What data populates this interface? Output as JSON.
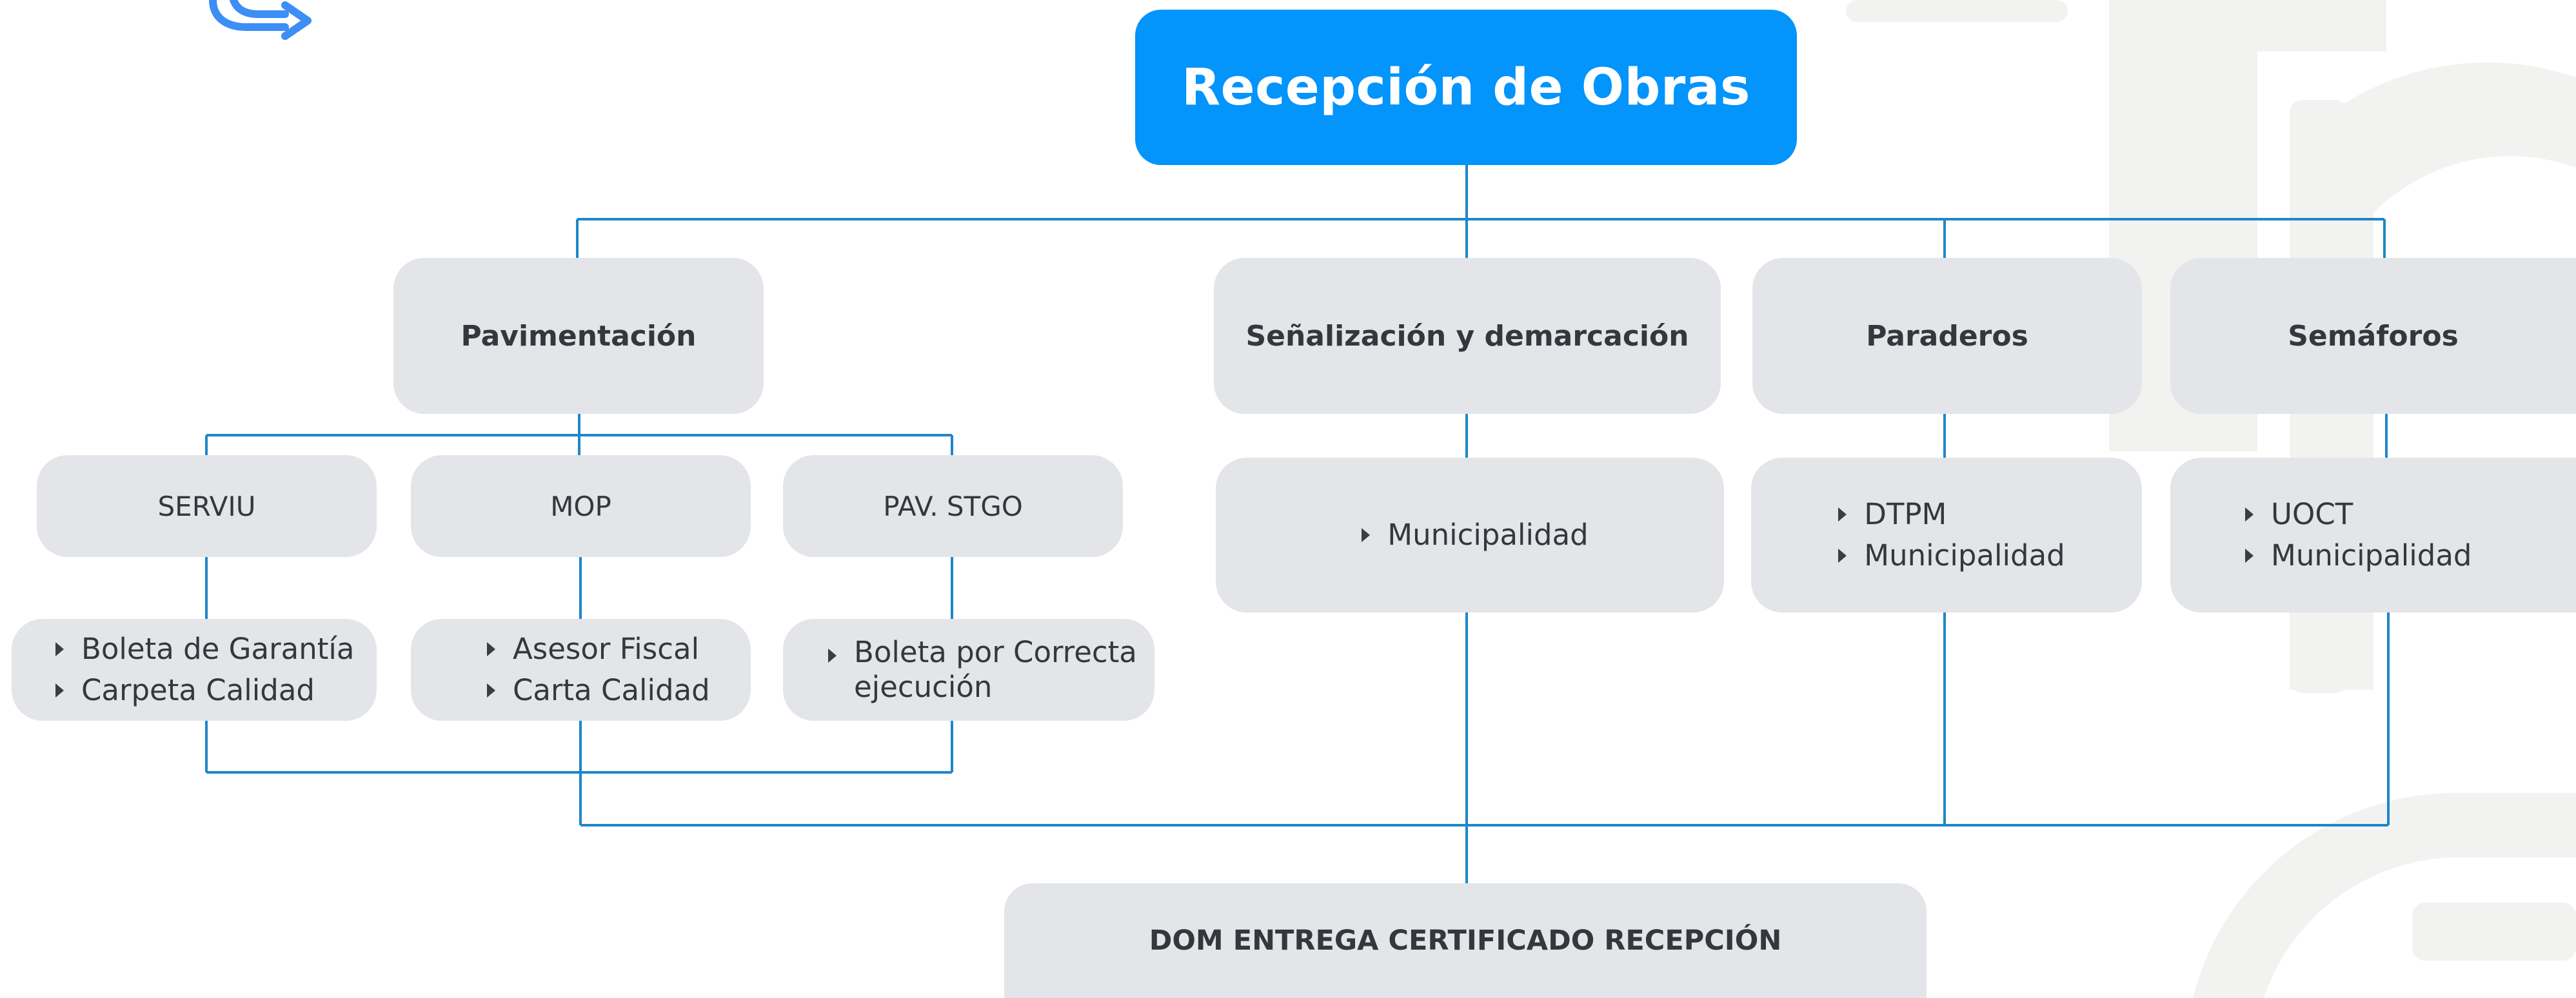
{
  "title": "Recepción de Obras",
  "categories": {
    "pavimentacion": "Pavimentación",
    "senalizacion": "Señalización y demarcación",
    "paraderos": "Paraderos",
    "semaforos": "Semáforos"
  },
  "pavimentacion_entities": {
    "serviu": "SERVIU",
    "mop": "MOP",
    "pav_stgo": "PAV. STGO"
  },
  "requirements": {
    "serviu": [
      "Boleta de Garantía",
      "Carpeta Calidad"
    ],
    "mop": [
      "Asesor Fiscal",
      "Carta Calidad"
    ],
    "pav_stgo": [
      "Boleta por Correcta ejecución"
    ],
    "senalizacion": [
      "Municipalidad"
    ],
    "paraderos": [
      "DTPM",
      "Municipalidad"
    ],
    "semaforos": [
      "UOCT",
      "Municipalidad"
    ]
  },
  "final_step": "DOM ENTREGA CERTIFICADO RECEPCIÓN",
  "colors": {
    "title_bg": "#0394fc",
    "node_bg": "#e3e5e8",
    "connector": "#1f86c9",
    "logo": "#3d8ef5",
    "watermark": "#f2f3f1"
  }
}
